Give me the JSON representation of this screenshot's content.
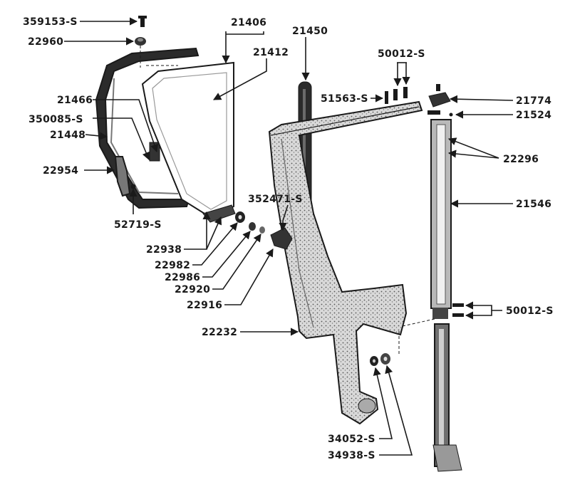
{
  "labels": {
    "p359153s": "359153-S",
    "p22960": "22960",
    "p21466": "21466",
    "p350085s": "350085-S",
    "p21448": "21448",
    "p22954": "22954",
    "p52719s": "52719-S",
    "p21406": "21406",
    "p21412": "21412",
    "p21450": "21450",
    "p50012s_top": "50012-S",
    "p51563s": "51563-S",
    "p21774": "21774",
    "p21524": "21524",
    "p22296": "22296",
    "p21546": "21546",
    "p352471s": "352471-S",
    "p22938": "22938",
    "p22982": "22982",
    "p22986": "22986",
    "p22920": "22920",
    "p22916": "22916",
    "p22232": "22232",
    "p50012s_bottom": "50012-S",
    "p34052s": "34052-S",
    "p34938s": "34938-S"
  },
  "colors": {
    "ink": "#1a1a1a",
    "paper": "#ffffff",
    "shade": "#8a8a8a"
  }
}
